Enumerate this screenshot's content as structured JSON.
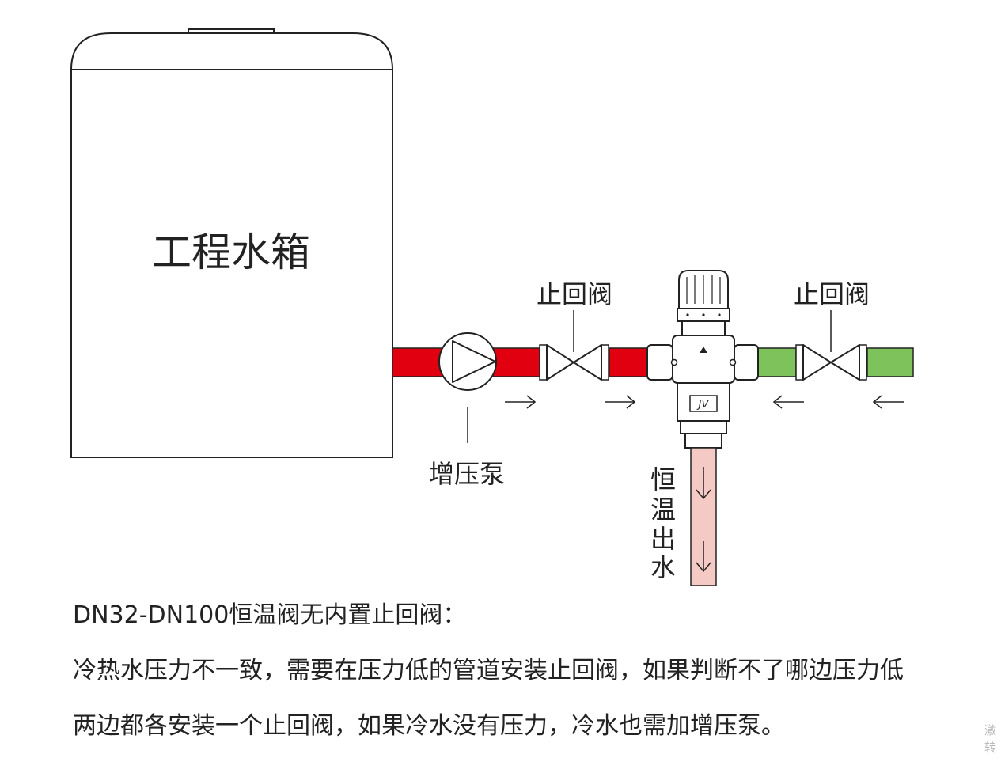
{
  "diagram": {
    "tank_label": "工程水箱",
    "pump_label": "增压泵",
    "check_valve_left_label": "止回阀",
    "check_valve_right_label": "止回阀",
    "outlet_label": [
      "恒",
      "温",
      "出",
      "水"
    ],
    "valve_badge": "JV",
    "colors": {
      "hot_pipe": "#e0000f",
      "cold_pipe": "#7dc25b",
      "outlet_pipe": "#f5c9c4",
      "stroke": "#222222"
    }
  },
  "notes": {
    "title": "DN32-DN100恒温阀无内置止回阀：",
    "line1": "冷热水压力不一致，需要在压力低的管道安装止回阀，如果判断不了哪边压力低",
    "line2": "两边都各安装一个止回阀，如果冷水没有压力，冷水也需加增压泵。"
  },
  "watermark": [
    "激",
    "转"
  ]
}
